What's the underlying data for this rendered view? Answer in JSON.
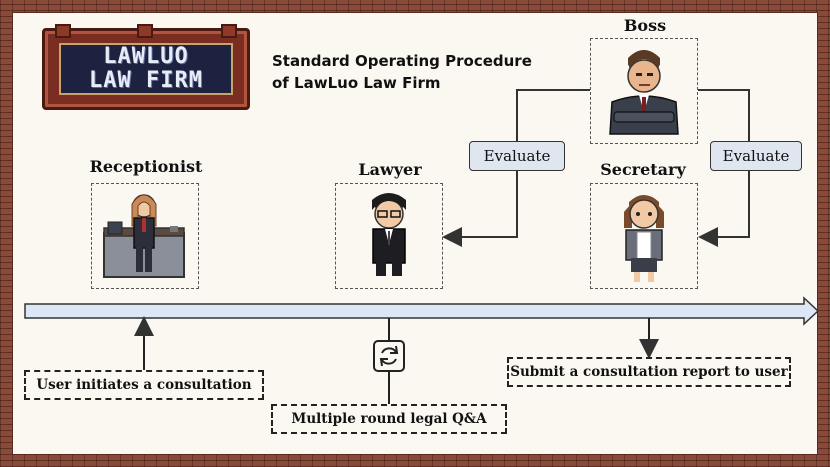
{
  "logo": {
    "line1": "LAWLUO",
    "line2": "LAW FIRM"
  },
  "title": {
    "line1": "Standard Operating Procedure",
    "line2": "of LawLuo Law Firm"
  },
  "roles": {
    "receptionist": "Receptionist",
    "lawyer": "Lawyer",
    "boss": "Boss",
    "secretary": "Secretary"
  },
  "evaluate_left": "Evaluate",
  "evaluate_right": "Evaluate",
  "steps": {
    "initiate": "User initiates a consultation",
    "qa": "Multiple round legal Q&A",
    "report": "Submit a consultation report to user"
  },
  "icons": [
    "refresh-icon",
    "arrow-up-icon",
    "arrow-down-icon",
    "timeline-arrow-icon"
  ],
  "colors": {
    "brick": "#8a4a3a",
    "timeline": "#dbe7f5",
    "evaluate_fill": "#dfe6f0"
  }
}
